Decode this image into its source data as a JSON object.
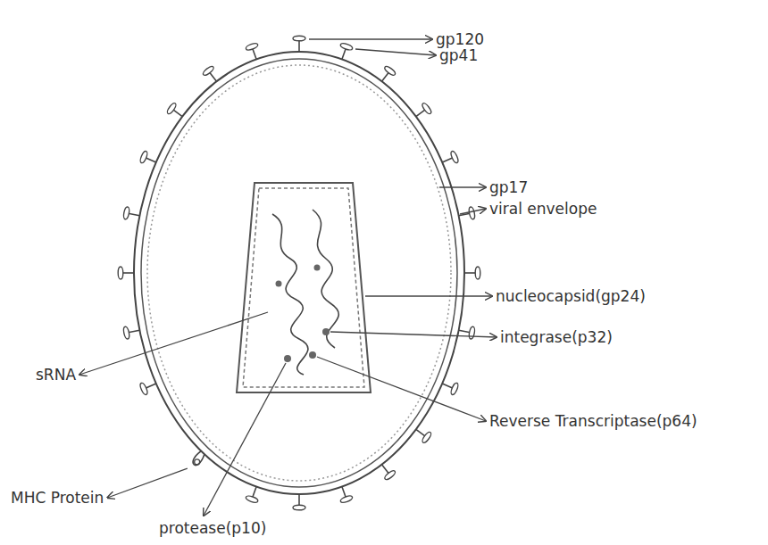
{
  "diagram": {
    "labels": [
      "gp120",
      "gp41",
      "gp17",
      "viral envelope",
      "nucleocapsid(gp24)",
      "integrase(p32)",
      "Reverse Transcriptase(p64)",
      "sRNA",
      "MHC Protein",
      "protease(p10)"
    ]
  }
}
